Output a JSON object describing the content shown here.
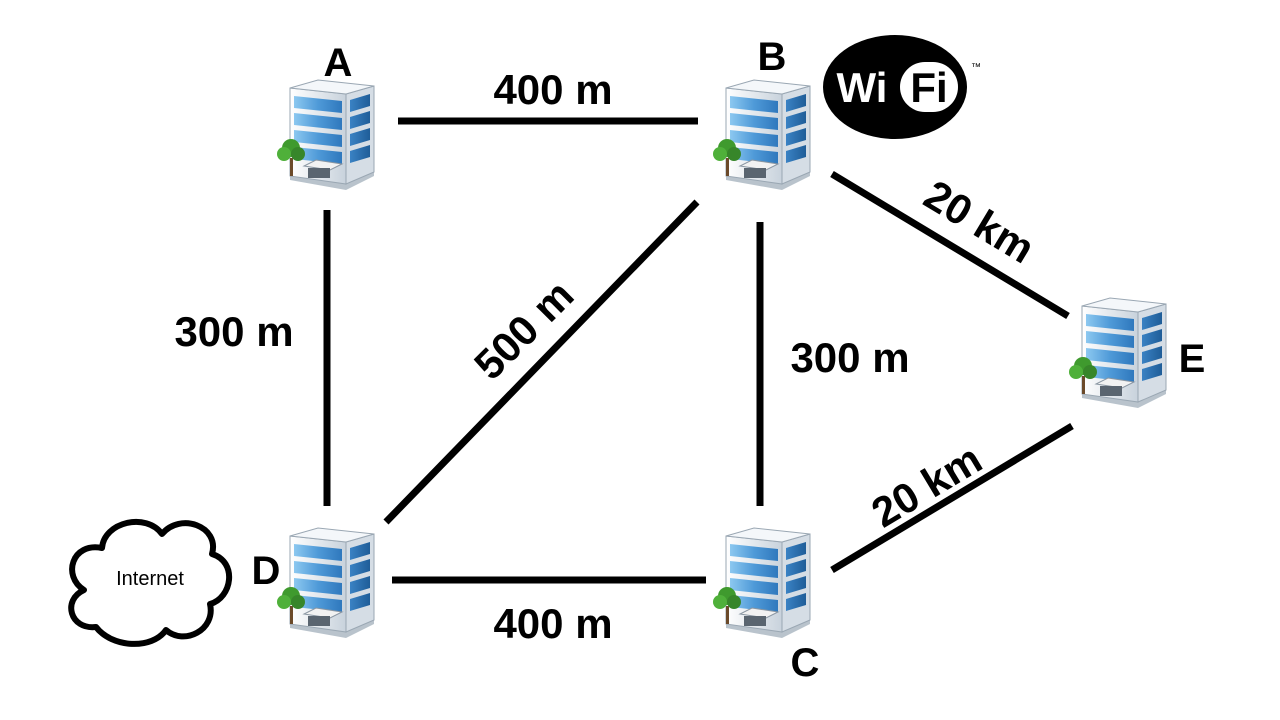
{
  "buildings": {
    "A": {
      "label": "A"
    },
    "B": {
      "label": "B"
    },
    "C": {
      "label": "C"
    },
    "D": {
      "label": "D"
    },
    "E": {
      "label": "E"
    }
  },
  "links": {
    "ab": "400 m",
    "dc": "400 m",
    "ad": "300 m",
    "bc": "300 m",
    "db": "500 m",
    "be": "20 km",
    "ce": "20 km"
  },
  "cloud": {
    "label": "Internet"
  },
  "wifi": {
    "left": "Wi",
    "right": "Fi",
    "tm": "™"
  },
  "colors": {
    "line": "#000000",
    "building_glass": "#5ea6de",
    "building_frame": "#e8eef4",
    "tree": "#3f9a2e"
  }
}
